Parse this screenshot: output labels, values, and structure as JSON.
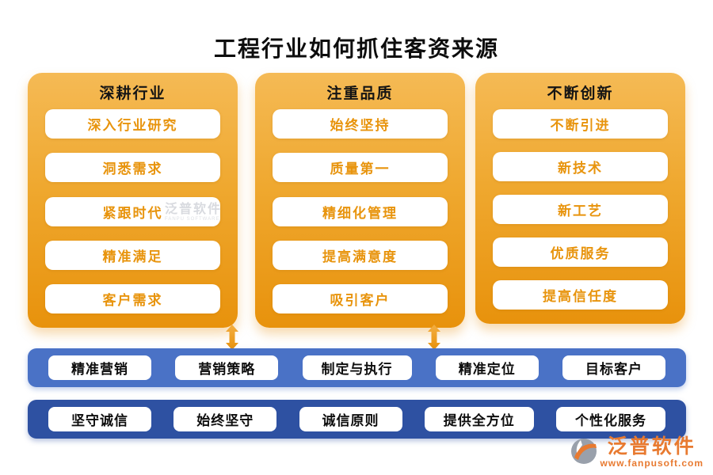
{
  "title": "工程行业如何抓住客资来源",
  "columns": [
    {
      "header": "深耕行业",
      "items": [
        "深入行业研究",
        "洞悉需求",
        "紧跟时代",
        "精准满足",
        "客户需求"
      ]
    },
    {
      "header": "注重品质",
      "items": [
        "始终坚持",
        "质量第一",
        "精细化管理",
        "提高满意度",
        "吸引客户"
      ]
    },
    {
      "header": "不断创新",
      "items": [
        "不断引进",
        "新技术",
        "新工艺",
        "优质服务",
        "提高信任度"
      ]
    }
  ],
  "bars": [
    {
      "items": [
        "精准营销",
        "营销策略",
        "制定与执行",
        "精准定位",
        "目标客户"
      ]
    },
    {
      "items": [
        "坚守诚信",
        "始终坚守",
        "诚信原则",
        "提供全方位",
        "个性化服务"
      ]
    }
  ],
  "watermark": {
    "text": "泛普软件",
    "subtext": "FANPU SOFTWARE"
  },
  "logo": {
    "name": "泛普软件",
    "url": "www.fanpusoft.com"
  },
  "colors": {
    "column_gradient_top": "#f5ba55",
    "column_gradient_bottom": "#e8920c",
    "column_item_text": "#e8940d",
    "bar1_blue": "#4a72c6",
    "bar2_blue": "#2e51a2",
    "arrow_orange": "#ec9e24",
    "logo_orange": "#e87a30",
    "title_black": "#0d0d0d"
  }
}
